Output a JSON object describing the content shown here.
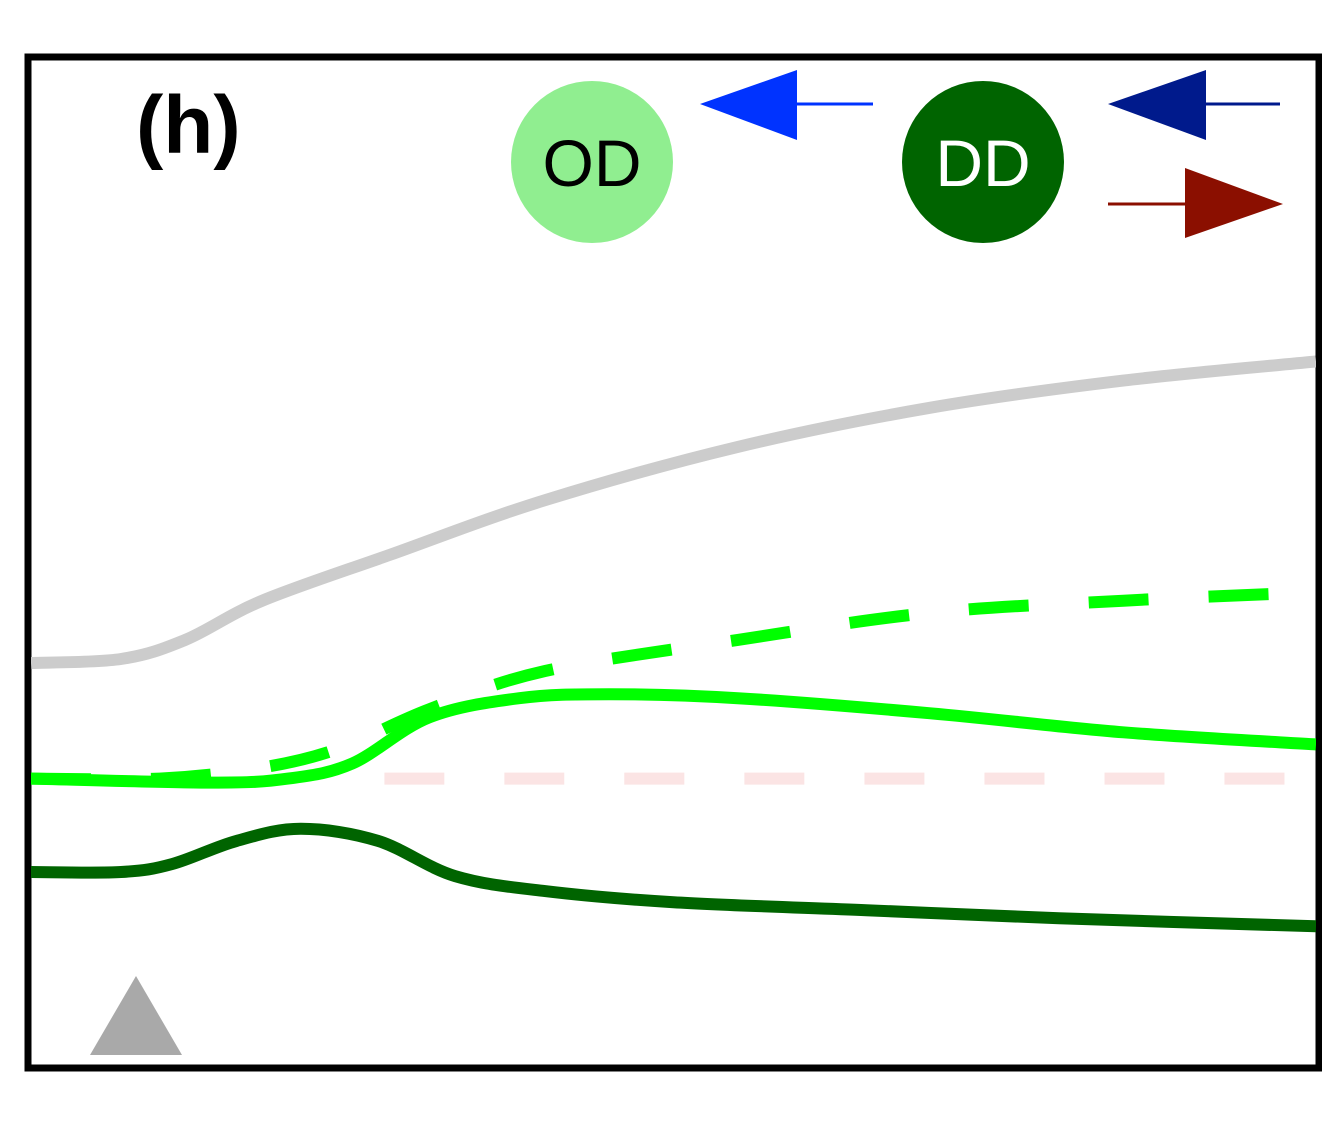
{
  "panel_label": "(h)",
  "legend": {
    "nodes": [
      {
        "label": "OD",
        "fill": "#90ee90",
        "text_color": "#000000"
      },
      {
        "label": "DD",
        "fill": "#006400",
        "text_color": "#ffffff"
      }
    ],
    "arrows": [
      {
        "node": "OD",
        "direction": "left",
        "color": "#0033ff"
      },
      {
        "node": "DD",
        "direction": "left",
        "color": "#001a8c"
      },
      {
        "node": "DD",
        "direction": "right",
        "color": "#8b0f00"
      }
    ]
  },
  "marker": {
    "shape": "triangle-up",
    "color": "#a9a9a9"
  },
  "chart_data": {
    "type": "line",
    "title": "",
    "xlabel": "",
    "ylabel": "",
    "xlim": [
      0,
      100
    ],
    "ylim": [
      0,
      100
    ],
    "grid": false,
    "series": [
      {
        "color": "#cccccc",
        "style": "solid",
        "x": [
          0,
          7,
          12,
          18,
          28,
          40,
          55,
          70,
          85,
          100
        ],
        "y": [
          40.0,
          40.4,
          42.3,
          46.2,
          50.8,
          56.2,
          61.5,
          65.4,
          68.1,
          70.0
        ]
      },
      {
        "color": "#00ff00",
        "style": "dashed",
        "x": [
          0,
          10,
          18,
          24,
          31,
          40,
          55,
          70,
          85,
          97
        ],
        "y": [
          28.5,
          28.5,
          29.6,
          31.5,
          35.4,
          39.2,
          42.3,
          45.0,
          46.2,
          46.9
        ]
      },
      {
        "color": "#00ff00",
        "style": "solid",
        "x": [
          0,
          14,
          20,
          25,
          31,
          38,
          45,
          55,
          70,
          85,
          100
        ],
        "y": [
          28.5,
          28.1,
          28.5,
          30.0,
          34.6,
          36.5,
          36.9,
          36.5,
          35.0,
          33.1,
          31.9
        ]
      },
      {
        "color": "#fbe4e4",
        "style": "dashed",
        "x": [
          27.5,
          100
        ],
        "y": [
          28.5,
          28.5
        ]
      },
      {
        "color": "#006400",
        "style": "solid",
        "x": [
          0,
          7,
          11,
          16,
          21,
          27,
          33,
          40,
          50,
          65,
          80,
          100
        ],
        "y": [
          19.2,
          19.2,
          20.0,
          22.3,
          23.5,
          22.3,
          18.8,
          17.3,
          16.2,
          15.4,
          14.6,
          13.8
        ]
      }
    ]
  }
}
